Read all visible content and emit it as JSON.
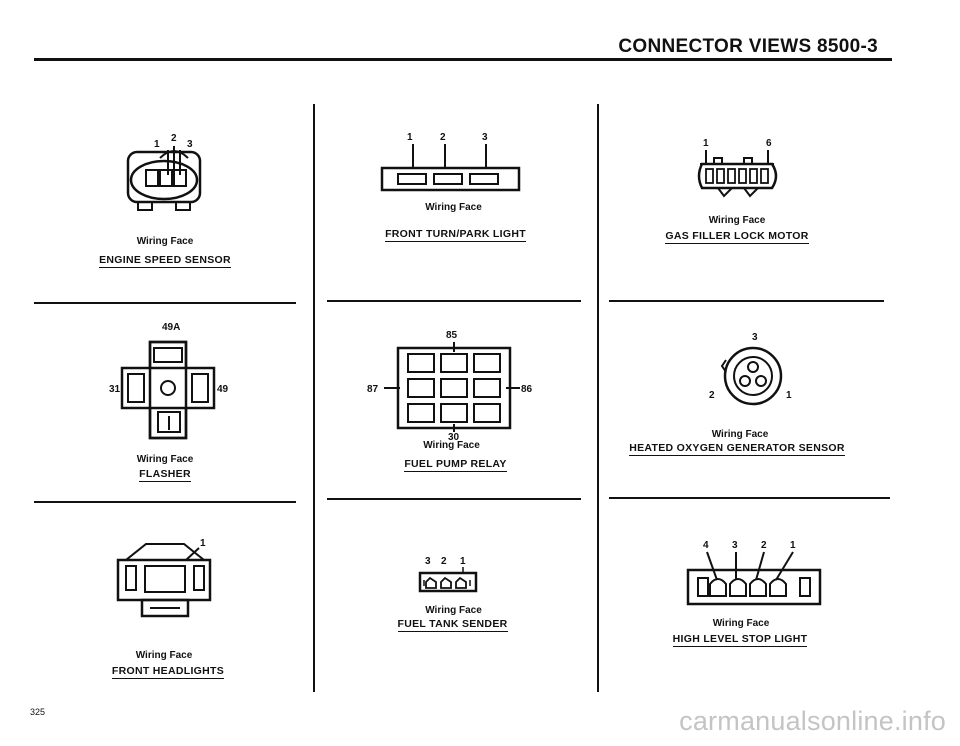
{
  "header": {
    "title": "CONNECTOR VIEWS  8500-3"
  },
  "page_number": "325",
  "watermark": "carmanualsonline.info",
  "connectors": [
    {
      "name": "ENGINE SPEED SENSOR",
      "face": "Wiring Face",
      "pins": [
        "1",
        "2",
        "3"
      ]
    },
    {
      "name": "FRONT TURN/PARK LIGHT",
      "face": "Wiring Face",
      "pins": [
        "1",
        "2",
        "3"
      ]
    },
    {
      "name": "GAS FILLER LOCK MOTOR",
      "face": "Wiring Face",
      "pins": [
        "1",
        "6"
      ]
    },
    {
      "name": "FLASHER",
      "face": "Wiring Face",
      "pins": [
        "49A",
        "31",
        "49"
      ]
    },
    {
      "name": "FUEL PUMP RELAY",
      "face": "Wiring Face",
      "pins": [
        "85",
        "87",
        "86",
        "30"
      ]
    },
    {
      "name": "HEATED OXYGEN GENERATOR SENSOR",
      "face": "Wiring Face",
      "pins": [
        "3",
        "2",
        "1"
      ]
    },
    {
      "name": "FRONT HEADLIGHTS",
      "face": "Wiring Face",
      "pins": [
        "1"
      ]
    },
    {
      "name": "FUEL TANK SENDER",
      "face": "Wiring Face",
      "pins": [
        "3",
        "2",
        "1"
      ]
    },
    {
      "name": "HIGH LEVEL STOP LIGHT",
      "face": "Wiring Face",
      "pins": [
        "4",
        "3",
        "2",
        "1"
      ]
    }
  ]
}
